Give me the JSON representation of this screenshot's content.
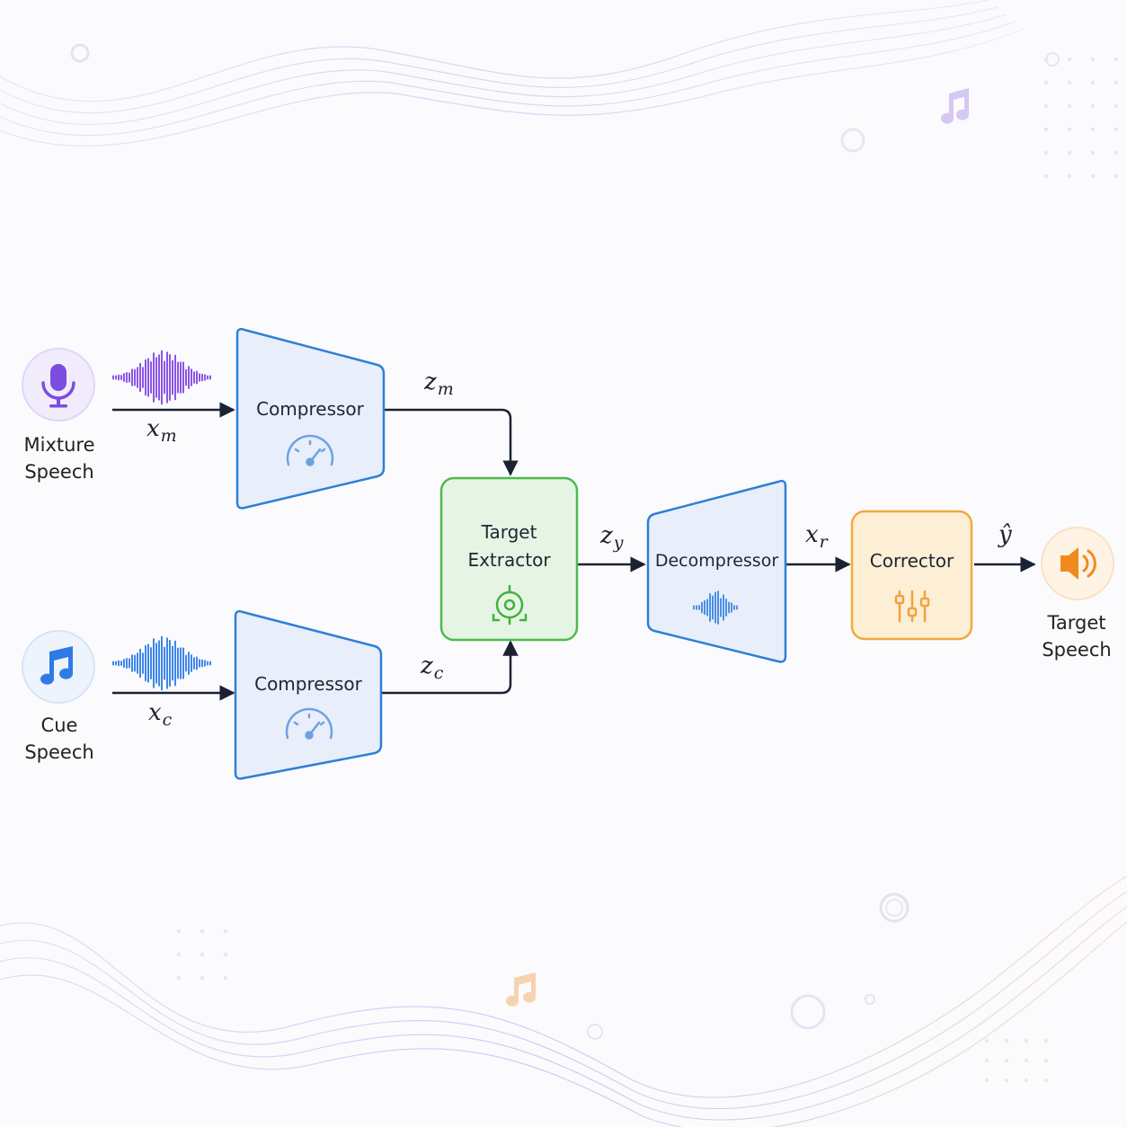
{
  "inputs": {
    "mixture": {
      "label_line1": "Mixture",
      "label_line2": "Speech",
      "icon": "microphone-icon",
      "color": "#7c4dde"
    },
    "cue": {
      "label_line1": "Cue",
      "label_line2": "Speech",
      "icon": "music-note-icon",
      "color": "#2f7be6"
    }
  },
  "blocks": {
    "compressor_top": {
      "label": "Compressor",
      "icon": "speedometer-icon"
    },
    "compressor_bottom": {
      "label": "Compressor",
      "icon": "speedometer-icon"
    },
    "target_extractor": {
      "label_line1": "Target",
      "label_line2": "Extractor",
      "icon": "target-icon",
      "color": "#4cbb4c"
    },
    "decompressor": {
      "label": "Decompressor",
      "icon": "waveform-icon"
    },
    "corrector": {
      "label": "Corrector",
      "icon": "sliders-icon",
      "color": "#f2a93b"
    }
  },
  "signals": {
    "x_m": {
      "base": "x",
      "sub": "m"
    },
    "x_c": {
      "base": "x",
      "sub": "c"
    },
    "z_m": {
      "base": "z",
      "sub": "m"
    },
    "z_c": {
      "base": "z",
      "sub": "c"
    },
    "z_y": {
      "base": "z",
      "sub": "y"
    },
    "x_r": {
      "base": "x",
      "sub": "r"
    },
    "y_hat": {
      "base": "ŷ"
    }
  },
  "output": {
    "label_line1": "Target",
    "label_line2": "Speech",
    "icon": "speaker-icon",
    "color": "#f08a1c"
  },
  "colors": {
    "block_blue": "#2f7fd6",
    "block_fill": "#e8effb",
    "arrow": "#1b2233"
  }
}
